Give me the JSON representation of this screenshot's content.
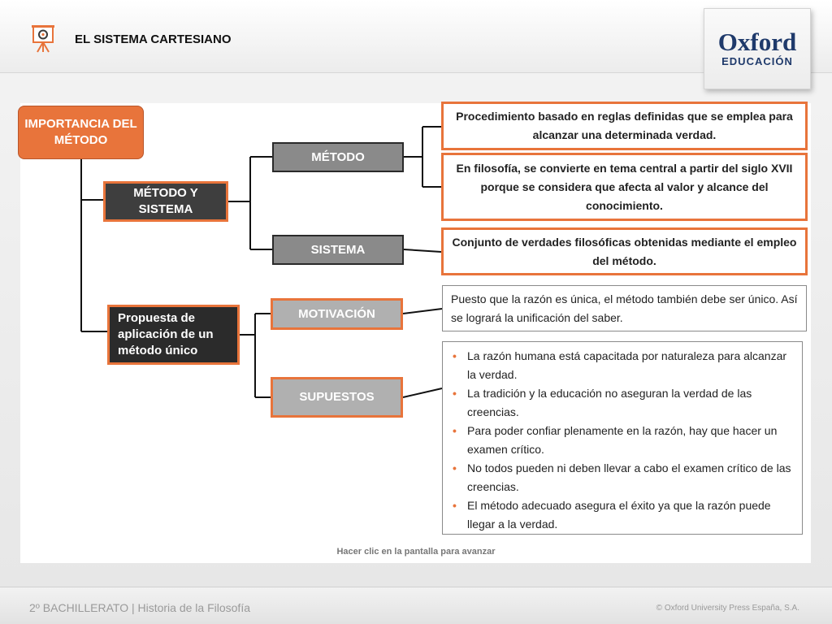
{
  "header": {
    "title": "EL SISTEMA CARTESIANO",
    "icon": "presentation-easel-icon"
  },
  "logo": {
    "brand": "Oxford",
    "sub": "EDUCACIÓN"
  },
  "diagram": {
    "root": "IMPORTANCIA DEL MÉTODO",
    "metodo_sistema": "MÉTODO Y SISTEMA",
    "propuesta": "Propuesta de aplicación de un método único",
    "metodo": "MÉTODO",
    "sistema": "SISTEMA",
    "motivacion": "MOTIVACIÓN",
    "supuestos": "SUPUESTOS",
    "desc_metodo_1": "Procedimiento basado en reglas definidas que se emplea para alcanzar una determinada verdad.",
    "desc_metodo_2": "En filosofía, se convierte en tema central a partir del siglo XVII porque se considera que afecta al valor y alcance del conocimiento.",
    "desc_sistema": "Conjunto de verdades filosóficas obtenidas mediante el empleo del método.",
    "desc_motivacion": "Puesto que la razón es única, el método también debe ser único. Así se logrará la unificación del saber.",
    "supuestos_items": [
      "La razón humana está capacitada por naturaleza para alcanzar la verdad.",
      "La tradición y la educación no aseguran la verdad de las creencias.",
      "Para poder confiar plenamente en la razón, hay que hacer un examen crítico.",
      "No todos pueden ni deben llevar a cabo el examen crítico de las creencias.",
      "El método adecuado asegura el éxito ya que la razón puede llegar a la verdad."
    ]
  },
  "hint": "Hacer clic en la pantalla para avanzar",
  "footer": {
    "left": "2º BACHILLERATO | Historia de la Filosofía",
    "right": "© Oxford University Press España, S.A."
  },
  "colors": {
    "accent": "#e8743b",
    "dark": "#2b2b2b",
    "gray": "#8a8a8a",
    "brand": "#1f3a6b"
  }
}
